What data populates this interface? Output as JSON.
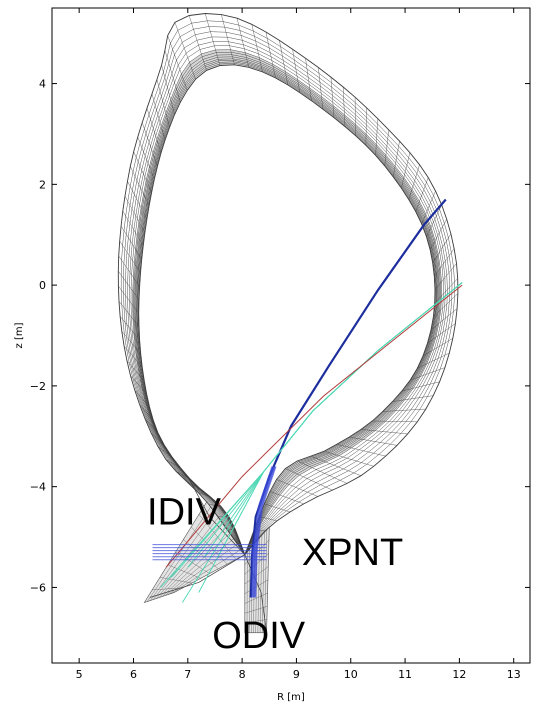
{
  "chart_data": {
    "type": "diagram",
    "xlabel": "R [m]",
    "ylabel": "z [m]",
    "xlim": [
      4.5,
      13.3
    ],
    "ylim": [
      -7.5,
      5.5
    ],
    "xticks": [
      5,
      6,
      7,
      8,
      9,
      10,
      11,
      12,
      13
    ],
    "yticks": [
      4,
      2,
      0,
      -2,
      -4,
      -6
    ],
    "ytick_labels": [
      "4",
      "2",
      "0",
      "−2",
      "−4",
      "−6"
    ],
    "grid": false,
    "annotations": [
      {
        "id": "idiv",
        "text": "IDIV",
        "x": 6.25,
        "y": -4.75
      },
      {
        "id": "xpnt",
        "text": "XPNT",
        "x": 9.1,
        "y": -5.55
      },
      {
        "id": "odiv",
        "text": "ODIV",
        "x": 7.45,
        "y": -7.2
      }
    ],
    "colors": {
      "mesh": "#3c3c3c",
      "mesh_fill": "#b4b4b4",
      "blue_beam": "#1c2d9e",
      "cyan_beam": "#4ed8b4",
      "red_line": "#b23a3a",
      "blue_strike": "#3a4ad8"
    }
  }
}
